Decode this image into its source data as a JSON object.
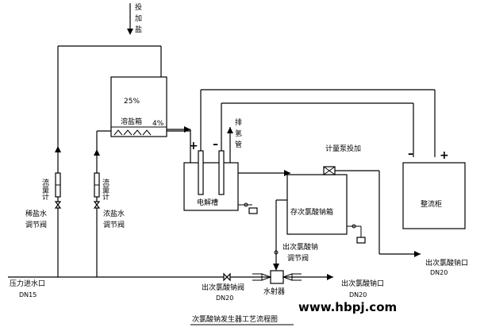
{
  "labels": {
    "salt_feed": "投加盐",
    "brine_tank_name": "溶盐箱",
    "brine_tank_conc_25": "25%",
    "brine_tank_conc_4": "4%",
    "hydrogen_vent": "排氢管",
    "electrolyzer": "电解槽",
    "hypo_storage_tank": "存次氯酸钠箱",
    "rectifier": "整流柜",
    "dosing_pump": "计量泵投加",
    "flowmeter_1": "流量计",
    "flowmeter_2": "流量计",
    "dilute_valve": "稀盐水\n调节阀",
    "concentrated_valve": "浓盐水\n调节阀",
    "hypo_outlet_valve": "出次氯酸钠\n调节阀",
    "pressure_inlet": "压力进水口",
    "pressure_inlet_size": "DN15",
    "hypo_valve_bottom": "出次氯酸钠阀",
    "hypo_valve_bottom_size": "DN20",
    "ejector": "水射器",
    "hypo_outlet_bottom": "出次氯酸钠口",
    "hypo_outlet_bottom_size": "DN20",
    "hypo_outlet_right": "出次氯酸钠口",
    "hypo_outlet_right_size": "DN20",
    "plus_left": "+",
    "minus_left": "–",
    "minus_right": "–",
    "plus_right": "+",
    "title": "次氯酸钠发生器工艺流程图",
    "watermark": "www.hbpj.com"
  }
}
